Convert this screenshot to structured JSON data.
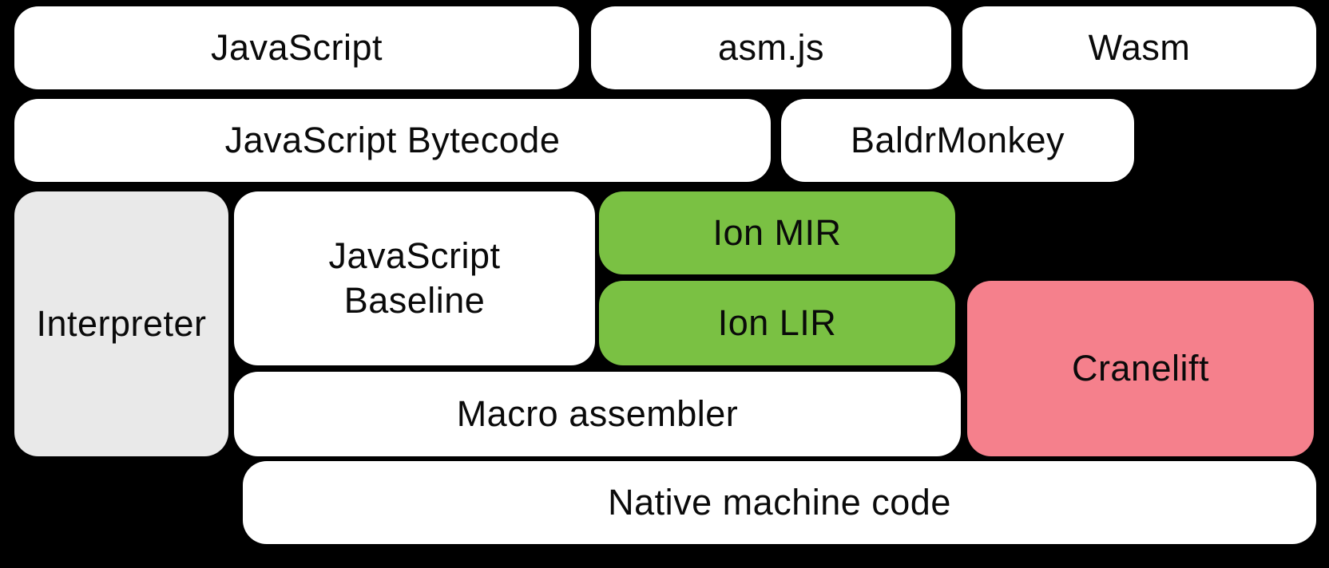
{
  "colors": {
    "background": "#000000",
    "box-white": "#ffffff",
    "box-gray": "#e9e9e9",
    "box-green": "#7ac143",
    "box-pink": "#f5808c",
    "text": "#0a0a0a"
  },
  "boxes": {
    "javascript": {
      "label": "JavaScript"
    },
    "asmjs": {
      "label": "asm.js"
    },
    "wasm": {
      "label": "Wasm"
    },
    "bytecode": {
      "label": "JavaScript Bytecode"
    },
    "baldrmonkey": {
      "label": "BaldrMonkey"
    },
    "interpreter": {
      "label": "Interpreter"
    },
    "baseline": {
      "lines": [
        "JavaScript",
        "Baseline"
      ]
    },
    "ion_mir": {
      "label": "Ion MIR"
    },
    "ion_lir": {
      "label": "Ion LIR"
    },
    "cranelift": {
      "label": "Cranelift"
    },
    "macro_assembler": {
      "label": "Macro assembler"
    },
    "native_machine_code": {
      "label": "Native machine code"
    }
  }
}
